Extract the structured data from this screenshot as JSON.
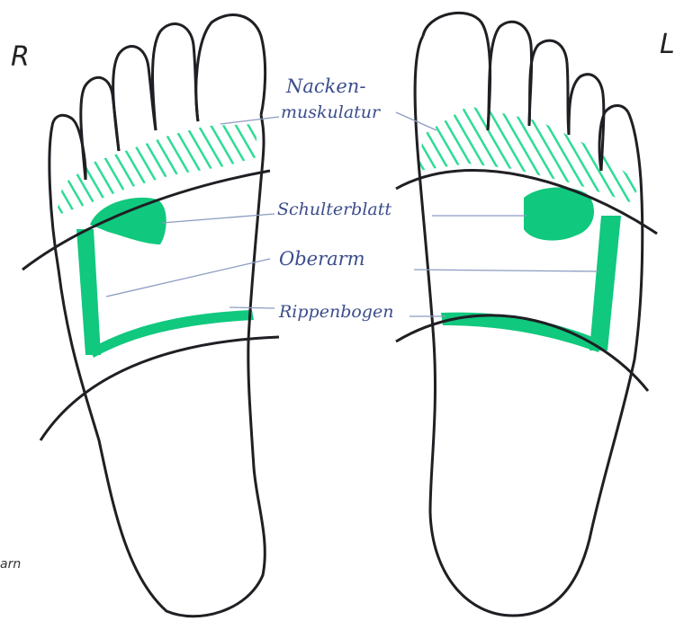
{
  "side_labels": {
    "right": "R",
    "left": "L"
  },
  "zone_labels": {
    "neck_line1": "Nacken-",
    "neck_line2": "muskulatur",
    "scapula": "Schulterblatt",
    "upper_arm": "Oberarm",
    "costal_arch": "Rippenbogen"
  },
  "corner_fragment": "arn",
  "colors": {
    "outline": "#1f1f24",
    "highlight": "#10c87e",
    "hatch": "#2edc95",
    "label_ink": "#3b4d8c",
    "leader": "#8c9bc0"
  }
}
